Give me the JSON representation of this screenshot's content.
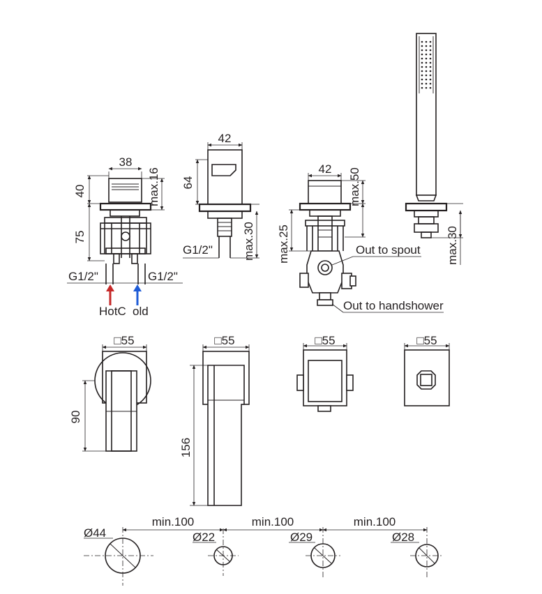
{
  "colors": {
    "line": "#231f20",
    "hot": "#c62828",
    "cold": "#1e5bd6"
  },
  "mixer": {
    "width": "38",
    "top_height": "40",
    "max_top": "max.16",
    "body_height": "75",
    "thread_left": "G1/2\"",
    "thread_right": "G1/2\"",
    "hot_label": "HotC",
    "cold_label": "old"
  },
  "spout": {
    "width": "42",
    "height": "64",
    "max_depth": "max.30",
    "thread": "G1/2\""
  },
  "diverter": {
    "width": "42",
    "max_top": "max.50",
    "max_depth": "max.25",
    "out_spout": "Out to spout",
    "out_handshower": "Out to handshower"
  },
  "handshower": {
    "max_depth": "max.30"
  },
  "top_views": {
    "mixer": {
      "size": "□55",
      "depth": "90"
    },
    "spout": {
      "size": "□55",
      "length": "156"
    },
    "diverter": {
      "size": "□55"
    },
    "handshower": {
      "size": "□55"
    }
  },
  "holes": {
    "spacing_1": "min.100",
    "spacing_2": "min.100",
    "spacing_3": "min.100",
    "d1": "Ø44",
    "d2": "Ø22",
    "d3": "Ø29",
    "d4": "Ø28"
  }
}
